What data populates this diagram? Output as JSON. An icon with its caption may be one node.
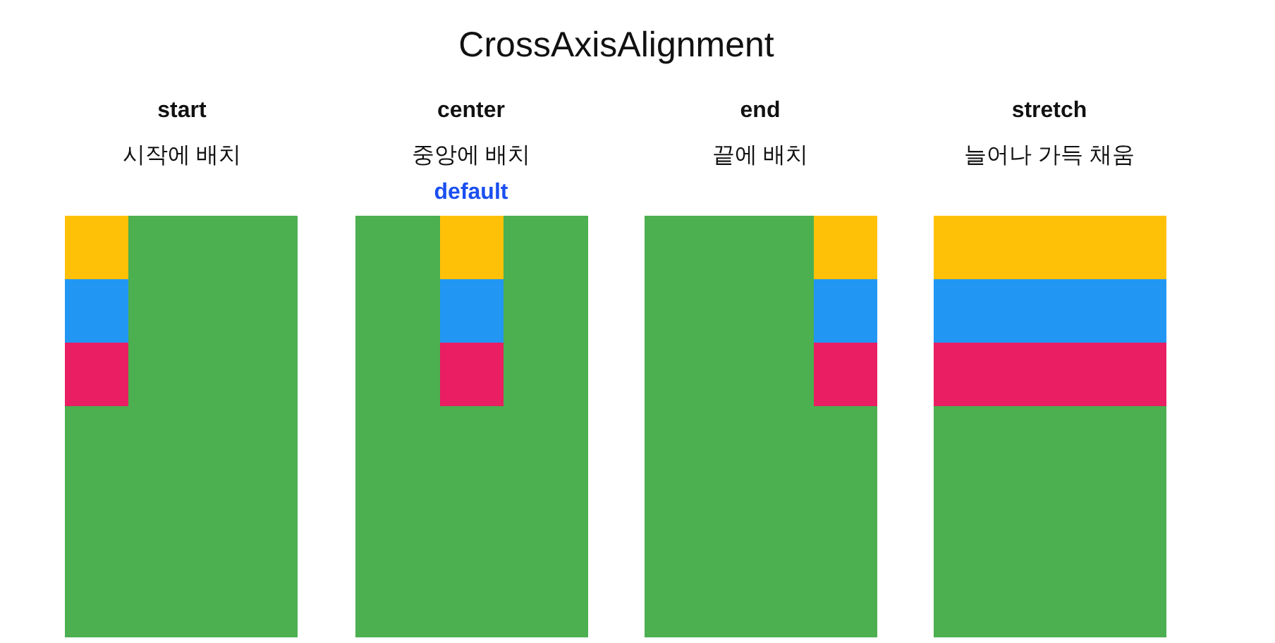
{
  "diagram": {
    "title": "CrossAxisAlignment",
    "labels": [
      "start",
      "시작에 배치",
      "center",
      "중앙에 배치",
      "default",
      "end",
      "끝에 배치",
      "stretch",
      "늘어나 가득 채움"
    ]
  }
}
